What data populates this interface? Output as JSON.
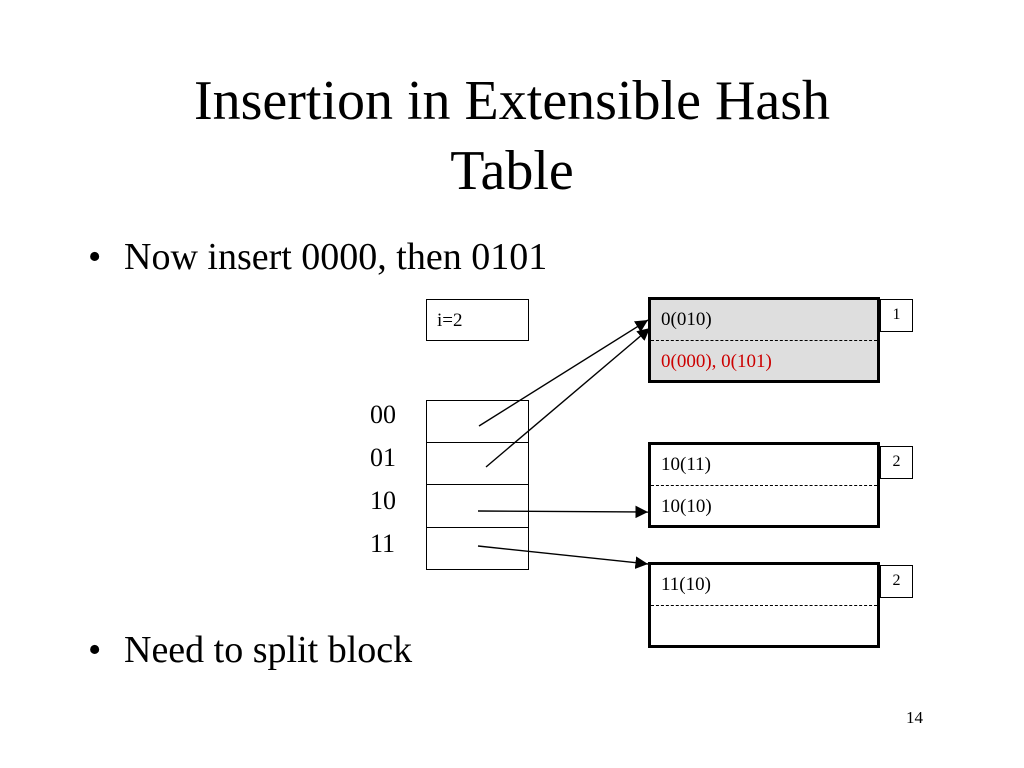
{
  "slide": {
    "title_line1": "Insertion in Extensible Hash",
    "title_line2": "Table",
    "bullets": [
      {
        "symbol": "•",
        "text": "Now insert 0000, then 0101"
      },
      {
        "symbol": "•",
        "text": "Need to split block"
      }
    ],
    "page_number": "14"
  },
  "diagram": {
    "global_depth_label": "i=2",
    "directory": [
      {
        "label": "00",
        "points_to_bucket": 0
      },
      {
        "label": "01",
        "points_to_bucket": 0
      },
      {
        "label": "10",
        "points_to_bucket": 1
      },
      {
        "label": "11",
        "points_to_bucket": 2
      }
    ],
    "buckets": [
      {
        "local_depth": "1",
        "highlight": true,
        "records": [
          {
            "text": "0(010)",
            "color": "#000000"
          },
          {
            "text": "0(000), 0(101)",
            "color": "#cc0000"
          }
        ]
      },
      {
        "local_depth": "2",
        "highlight": false,
        "records": [
          {
            "text": "10(11)",
            "color": "#000000"
          },
          {
            "text": "10(10)",
            "color": "#000000"
          }
        ]
      },
      {
        "local_depth": "2",
        "highlight": false,
        "records": [
          {
            "text": "11(10)",
            "color": "#000000"
          },
          {
            "text": "",
            "color": "#000000"
          }
        ]
      }
    ],
    "colors": {
      "highlight_bucket_fill": "#dedede",
      "overflow_record_text": "#cc0000"
    }
  }
}
